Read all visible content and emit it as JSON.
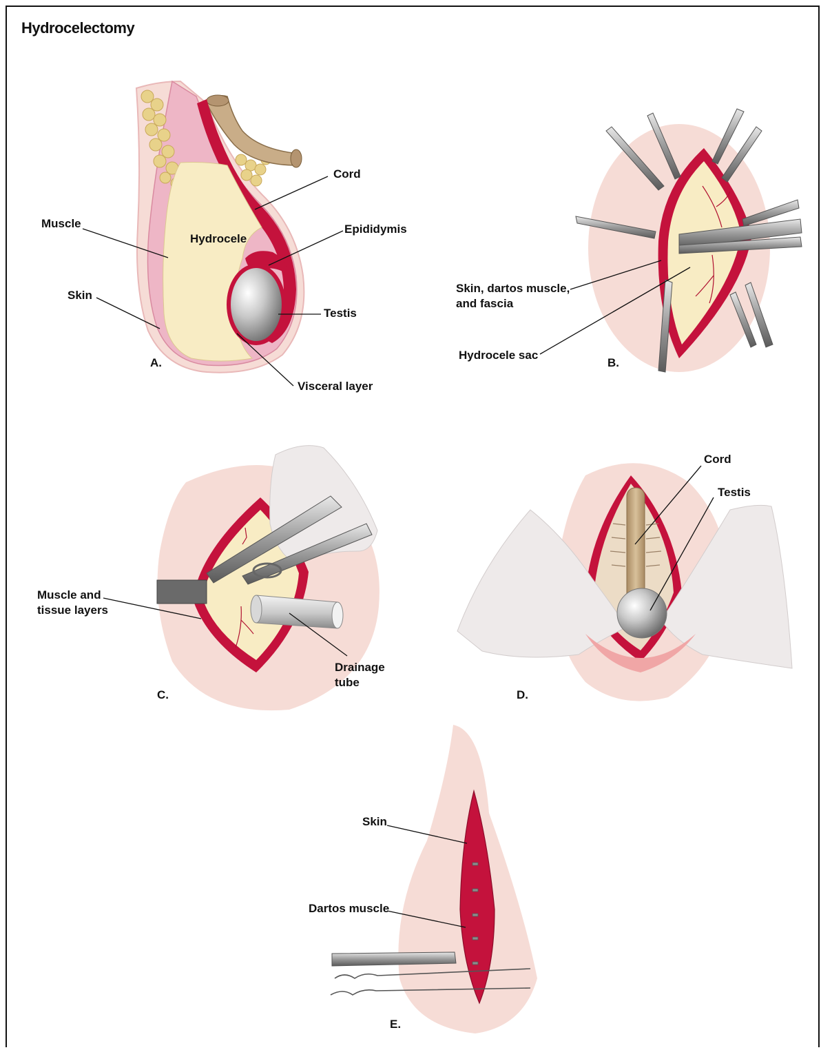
{
  "title": "Hydrocelectomy",
  "panels": {
    "a": {
      "letter": "A.",
      "labels": {
        "muscle": "Muscle",
        "skin": "Skin",
        "hydrocele": "Hydrocele",
        "cord": "Cord",
        "epididymis": "Epididymis",
        "testis": "Testis",
        "visceral": "Visceral layer"
      }
    },
    "b": {
      "letter": "B.",
      "labels": {
        "skin_line1": "Skin, dartos muscle,",
        "skin_line2": "and fascia",
        "sac": "Hydrocele sac"
      }
    },
    "c": {
      "letter": "C.",
      "labels": {
        "muscle_line1": "Muscle and",
        "muscle_line2": "tissue layers",
        "tube_line1": "Drainage",
        "tube_line2": "tube"
      }
    },
    "d": {
      "letter": "D.",
      "labels": {
        "cord": "Cord",
        "testis": "Testis"
      }
    },
    "e": {
      "letter": "E.",
      "labels": {
        "skin": "Skin",
        "dartos": "Dartos muscle"
      }
    }
  },
  "colors": {
    "skin_pink": "#f6dcd6",
    "tissue_red": "#c4123c",
    "fluid_cream": "#f8ecc4",
    "testis_grey": "#b8b8b8",
    "fat_yellow": "#e8d28a",
    "cord_tan": "#c9ad88",
    "instrument_grey": "#8c8c8c",
    "drape_white": "#eeeaea"
  }
}
